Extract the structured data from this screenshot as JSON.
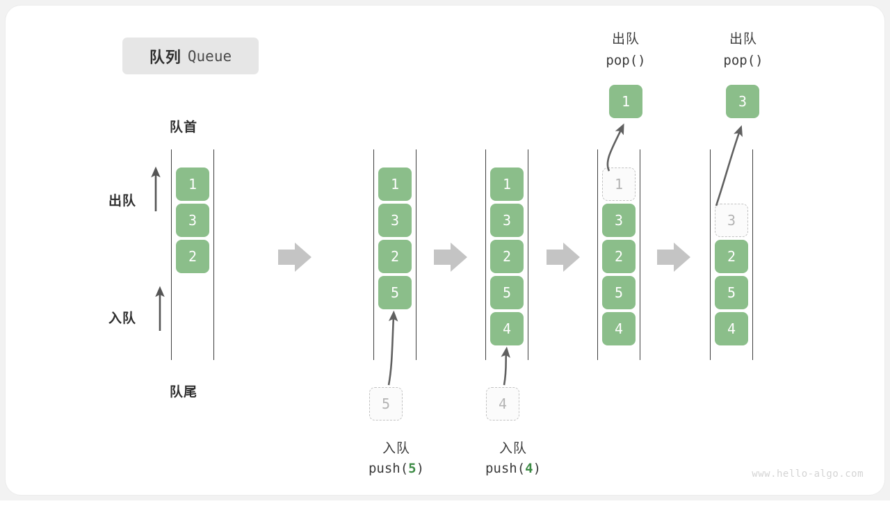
{
  "meta": {
    "watermark": "www.hello-algo.com"
  },
  "title": {
    "cn": "队列",
    "en": "Queue"
  },
  "colors": {
    "element_green": "#8bbe8a",
    "ghost_border": "#c2c2c2",
    "ghost_text": "#b3b3b3",
    "rail": "#3d3d3d",
    "arrow_gray": "#c4c4c4",
    "curve_arrow": "#606060",
    "accent_number": "#3d8b45",
    "badge_bg": "#e6e6e6",
    "card_bg": "#ffffff",
    "page_bg": "#f2f2f2"
  },
  "annotations": {
    "head": "队首",
    "tail": "队尾",
    "dequeue": "出队",
    "enqueue": "入队"
  },
  "separators": [
    {
      "name": "step-arrow-1"
    },
    {
      "name": "step-arrow-2"
    },
    {
      "name": "step-arrow-3"
    },
    {
      "name": "step-arrow-4"
    }
  ],
  "steps": [
    {
      "id": "initial",
      "caption_cn": "",
      "caption_code": "",
      "slots": [
        {
          "value": "1",
          "state": "filled"
        },
        {
          "value": "3",
          "state": "filled"
        },
        {
          "value": "2",
          "state": "filled"
        }
      ],
      "side_labels": [
        {
          "name": "dequeue-label",
          "text": "出队"
        },
        {
          "name": "enqueue-label",
          "text": "入队"
        }
      ]
    },
    {
      "id": "push-5",
      "caption_cn": "入队",
      "caption_code_prefix": "push(",
      "caption_code_num": "5",
      "caption_code_suffix": ")",
      "pending_value": "5",
      "slots": [
        {
          "value": "1",
          "state": "filled"
        },
        {
          "value": "3",
          "state": "filled"
        },
        {
          "value": "2",
          "state": "filled"
        },
        {
          "value": "5",
          "state": "filled"
        }
      ]
    },
    {
      "id": "push-4",
      "caption_cn": "入队",
      "caption_code_prefix": "push(",
      "caption_code_num": "4",
      "caption_code_suffix": ")",
      "pending_value": "4",
      "slots": [
        {
          "value": "1",
          "state": "filled"
        },
        {
          "value": "3",
          "state": "filled"
        },
        {
          "value": "2",
          "state": "filled"
        },
        {
          "value": "5",
          "state": "filled"
        },
        {
          "value": "4",
          "state": "filled"
        }
      ]
    },
    {
      "id": "pop-1",
      "caption_cn": "出队",
      "caption_code": "pop()",
      "popped_value": "1",
      "slots": [
        {
          "value": "1",
          "state": "ghost"
        },
        {
          "value": "3",
          "state": "filled"
        },
        {
          "value": "2",
          "state": "filled"
        },
        {
          "value": "5",
          "state": "filled"
        },
        {
          "value": "4",
          "state": "filled"
        }
      ]
    },
    {
      "id": "pop-3",
      "caption_cn": "出队",
      "caption_code": "pop()",
      "popped_value": "3",
      "slots": [
        {
          "value": "",
          "state": "empty"
        },
        {
          "value": "3",
          "state": "ghost"
        },
        {
          "value": "2",
          "state": "filled"
        },
        {
          "value": "5",
          "state": "filled"
        },
        {
          "value": "4",
          "state": "filled"
        }
      ]
    }
  ]
}
